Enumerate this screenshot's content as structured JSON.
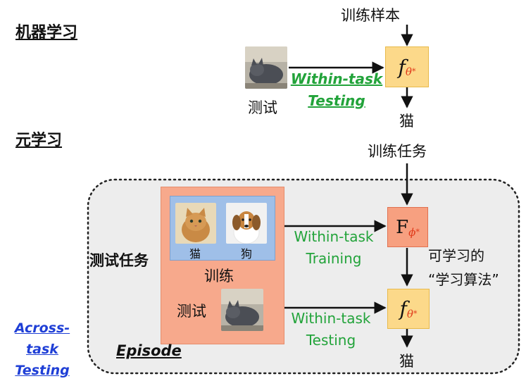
{
  "headings": {
    "ml": "机器学习",
    "meta": "元学习"
  },
  "top": {
    "train_samples": "训练样本",
    "test": "测试",
    "within_task_testing": [
      "Within-task",
      "Testing"
    ],
    "output": "猫",
    "model": {
      "letter": "f",
      "param": "θ",
      "star": "*"
    }
  },
  "bottom": {
    "train_tasks": "训练任务",
    "test_task": "测试任务",
    "train": "训练",
    "test": "测试",
    "cat": "猫",
    "dog": "狗",
    "episode": "Episode",
    "within_task_training": [
      "Within-task",
      "Training"
    ],
    "within_task_testing": [
      "Within-task",
      "Testing"
    ],
    "learnable": [
      "可学习的",
      "“学习算法”"
    ],
    "output": "猫",
    "meta_model": {
      "letter": "F",
      "param": "ϕ",
      "star": "*"
    },
    "model": {
      "letter": "f",
      "param": "θ",
      "star": "*"
    }
  },
  "across_task_testing": [
    "Across-task",
    "Testing"
  ],
  "colors": {
    "green": "#22a33a",
    "blue": "#1f3fd6",
    "red_param": "#e03a1a",
    "episode_bg": "#f7a98c",
    "train_bg": "#9fbfe8",
    "episode_region": "#ededed",
    "f_box": "#fcd98a",
    "F_box": "#f7a080"
  }
}
